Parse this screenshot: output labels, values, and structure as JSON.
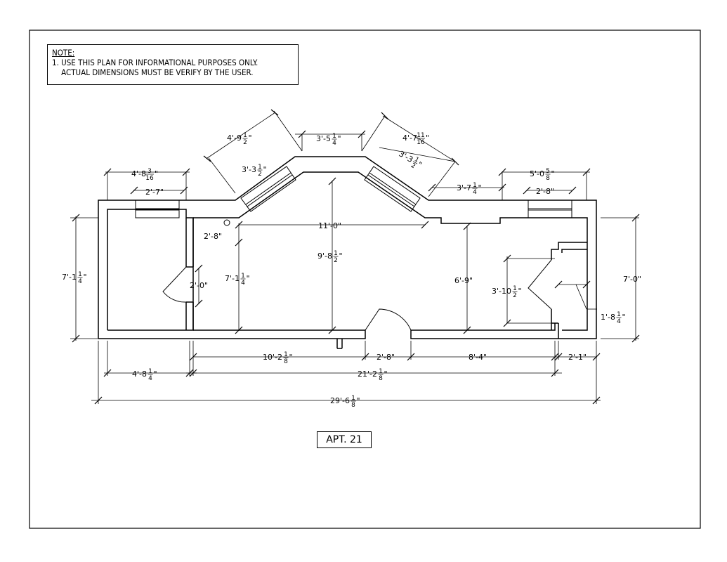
{
  "note": {
    "heading": "NOTE:",
    "line1": "1. USE THIS PLAN FOR INFORMATIONAL PURPOSES ONLY.",
    "line2": "    ACTUAL DIMENSIONS MUST BE VERIFY BY THE USER."
  },
  "unit_label": "APT. 21",
  "dims": {
    "top_left_width": {
      "main": "4'-8",
      "num": "3",
      "den": "16",
      "tail": "\""
    },
    "top_left_window": {
      "main": "2'-7\""
    },
    "diag_left_outer": {
      "main": "4'-9",
      "num": "1",
      "den": "2",
      "tail": "\""
    },
    "diag_left_window": {
      "main": "3'-3",
      "num": "1",
      "den": "2",
      "tail": "\""
    },
    "top_center": {
      "main": "3'-5",
      "num": "1",
      "den": "4",
      "tail": "\""
    },
    "diag_right_outer": {
      "main": "4'-7",
      "num": "11",
      "den": "16",
      "tail": "\""
    },
    "diag_right_window": {
      "main": "3'-3",
      "num": "1",
      "den": "2",
      "tail": "\""
    },
    "right_step": {
      "main": "3'-7",
      "num": "1",
      "den": "4",
      "tail": "\""
    },
    "top_right_width": {
      "main": "5'-0",
      "num": "5",
      "den": "8",
      "tail": "\""
    },
    "top_right_window": {
      "main": "2'-8\""
    },
    "closet_left": {
      "main": "2'-8\""
    },
    "room_width": {
      "main": "11'-0\""
    },
    "room_depth": {
      "main": "9'-8",
      "num": "1",
      "den": "2",
      "tail": "\""
    },
    "left_height": {
      "main": "7'-1",
      "num": "1",
      "den": "4",
      "tail": "\""
    },
    "inner_height": {
      "main": "7'-1",
      "num": "1",
      "den": "4",
      "tail": "\""
    },
    "door_left": {
      "main": "2'-0\""
    },
    "right_room_depth": {
      "main": "6'-9\""
    },
    "right_closet": {
      "main": "3'-10",
      "num": "1",
      "den": "2",
      "tail": "\""
    },
    "right_height": {
      "main": "7'-0\""
    },
    "right_small": {
      "main": "1'-8",
      "num": "1",
      "den": "4",
      "tail": "\""
    },
    "bottom_wall": {
      "main": "10'-2",
      "num": "1",
      "den": "8",
      "tail": "\""
    },
    "entry_door": {
      "main": "2'-8\""
    },
    "bottom_right": {
      "main": "8'-4\""
    },
    "bottom_end": {
      "main": "2'-1\""
    },
    "bottom_left": {
      "main": "4'-8",
      "num": "1",
      "den": "4",
      "tail": "\""
    },
    "bottom_inner": {
      "main": "21'-2",
      "num": "1",
      "den": "8",
      "tail": "\""
    },
    "overall": {
      "main": "29'-6",
      "num": "1",
      "den": "8",
      "tail": "\""
    }
  }
}
